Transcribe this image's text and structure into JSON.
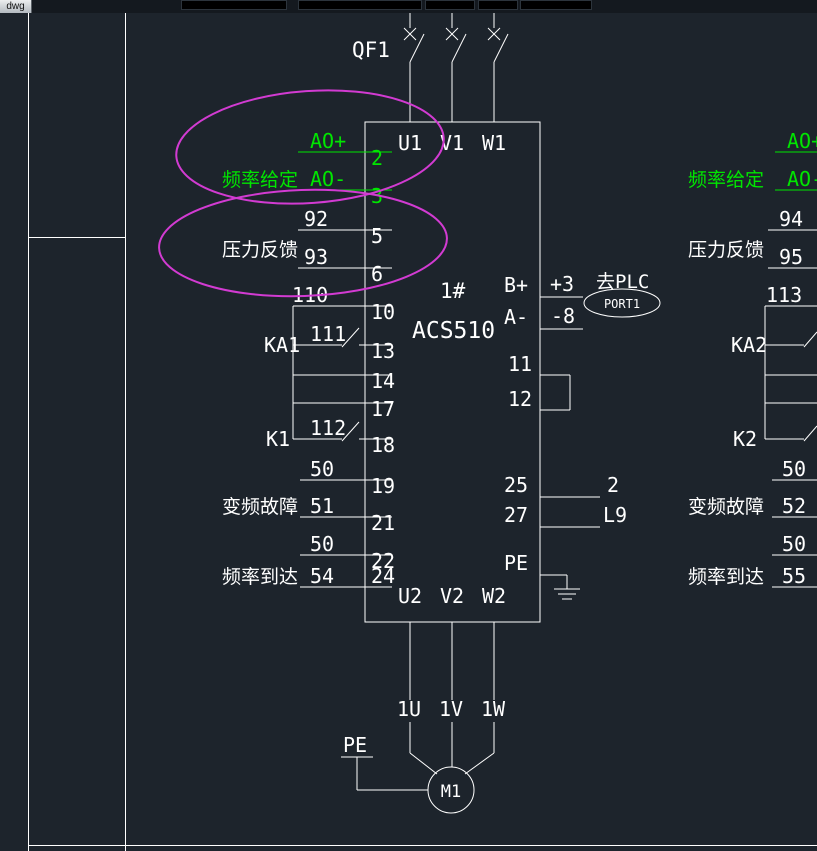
{
  "titlebar": {
    "tab": "dwg"
  },
  "colors": {
    "canvas_bg": "#1d242c",
    "line": "#ffffff",
    "signal_green": "#00e600",
    "markup_magenta": "#d23bd2"
  },
  "schematic": {
    "breaker": "QF1",
    "drive": {
      "id": "1#",
      "model": "ACS510",
      "top": [
        "U1",
        "V1",
        "W1"
      ],
      "bottom": [
        "U2",
        "V2",
        "W2"
      ],
      "left_pins": [
        "2",
        "3",
        "5",
        "6",
        "10",
        "13",
        "14",
        "17",
        "18",
        "19",
        "21",
        "22",
        "24"
      ],
      "right": {
        "bp": "B+",
        "am": "A-",
        "p11": "11",
        "p12": "12",
        "p25": "25",
        "p27": "27",
        "pe": "PE"
      }
    },
    "left": {
      "ao_p": "AO+",
      "ao_m": "AO-",
      "freq": "频率给定",
      "w92": "92",
      "w93": "93",
      "press": "压力反馈",
      "w110": "110",
      "w111": "111",
      "ka1": "KA1",
      "w112": "112",
      "k1": "K1",
      "f50a": "50",
      "f51": "51",
      "fault": "变频故障",
      "f50b": "50",
      "f54": "54",
      "reach": "频率到达"
    },
    "out": {
      "p3": "+3",
      "plc": "去PLC",
      "m8": "-8",
      "port": "PORT1",
      "n2": "2",
      "l9": "L9"
    },
    "motor": {
      "u": "1U",
      "v": "1V",
      "w": "1W",
      "pe": "PE",
      "m": "M1"
    },
    "right2": {
      "ao_p": "AO+",
      "ao_m": "AO-",
      "freq": "频率给定",
      "w94": "94",
      "w95": "95",
      "press": "压力反馈",
      "w113": "113",
      "ka2": "KA2",
      "k2": "K2",
      "f50a": "50",
      "f52": "52",
      "fault": "变频故障",
      "f50b": "50",
      "f55": "55",
      "reach": "频率到达"
    }
  }
}
